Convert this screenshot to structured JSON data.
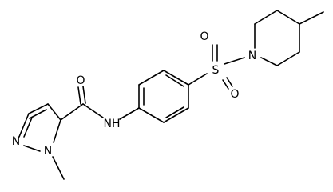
{
  "molecule": {
    "atoms": {
      "carbonyl_oxygen": "O",
      "amide_nitrogen": "NH",
      "pyrazole_n1": "N",
      "pyrazole_n2": "N",
      "sulfur": "S",
      "sulfonyl_oxygen_top": "O",
      "sulfonyl_oxygen_bottom": "O",
      "piperidine_nitrogen": "N"
    }
  }
}
